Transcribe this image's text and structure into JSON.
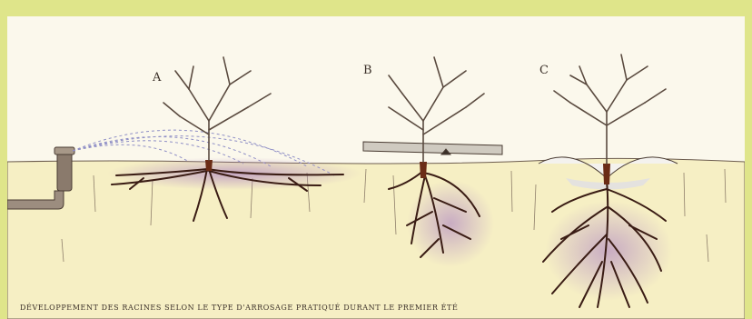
{
  "labels": {
    "a": "A",
    "b": "B",
    "c": "C"
  },
  "caption": "Développement des racines selon le type d'arrosage pratiqué durant le premier été",
  "colors": {
    "outer_border": "#dfe58a",
    "sky": "#fbf8ec",
    "soil": "#f6efc4",
    "root_zone": "#b58fc2",
    "roots": "#3a1c14",
    "trunk_base": "#6b2c16",
    "branches": "#5a4a3f"
  }
}
